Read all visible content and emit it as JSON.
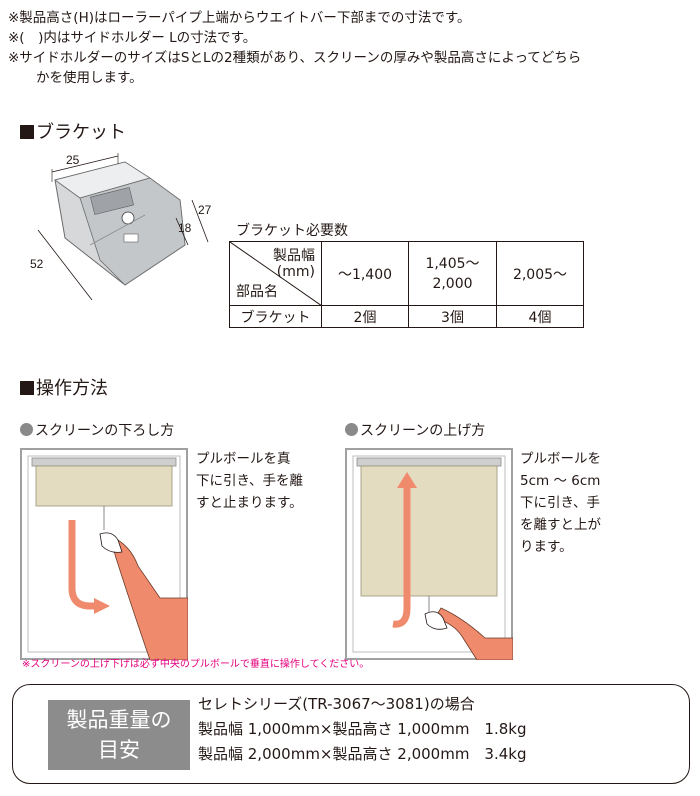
{
  "notes": [
    "※製品高さ(H)はローラーパイプ上端からウエイトバー下部までの寸法です。",
    "※(　)内はサイドホルダー Lの寸法です。",
    "※サイドホルダーのサイズはSとLの2種類があり、スクリーンの厚みや製品高さによってどちら",
    "かを使用します。"
  ],
  "bracket": {
    "heading": "ブラケット",
    "dims": {
      "width": "25",
      "height_outer": "27",
      "height_inner": "18",
      "depth": "52"
    }
  },
  "requirements": {
    "title": "ブラケット必要数",
    "header_top": "製品幅",
    "header_unit": "(mm)",
    "header_row": "部品名",
    "ranges": [
      "～1,400",
      "1,405～",
      "2,000",
      "2,005～"
    ],
    "row_label": "ブラケット",
    "counts": [
      "2個",
      "3個",
      "4個"
    ]
  },
  "operation": {
    "heading": "操作方法",
    "lower": {
      "title": "スクリーンの下ろし方",
      "lines": [
        "プルボールを真",
        "下に引き、手を離",
        "すと止まります。"
      ]
    },
    "raise": {
      "title": "スクリーンの上げ方",
      "lines": [
        "プルボールを",
        "5cm ～ 6cm",
        "下に引き、手",
        "を離すと上が",
        "ります。"
      ]
    },
    "footnote": "※スクリーンの上げ下げは必ず中央のプルボールで垂直に操作してください。"
  },
  "weight": {
    "label_line1": "製品重量の",
    "label_line2": "目安",
    "series": "セレトシリーズ(TR-3067～3081)の場合",
    "rows": [
      "製品幅 1,000mm×製品高さ 1,000mm　1.8kg",
      "製品幅 2,000mm×製品高さ 2,000mm　3.4kg"
    ]
  },
  "colors": {
    "arrow": "#f08a6c",
    "screen": "#e4dcc0",
    "frame": "#a0a0a0",
    "footnote": "#e4007f"
  }
}
